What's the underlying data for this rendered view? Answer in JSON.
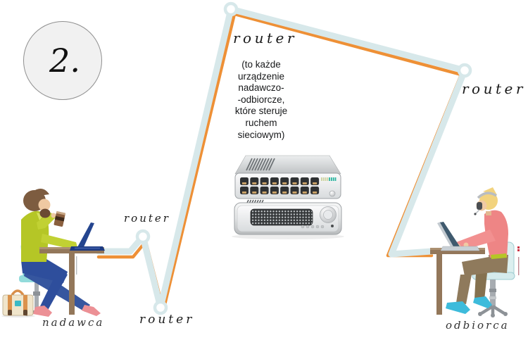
{
  "step_badge": {
    "number": "2."
  },
  "router_labels": {
    "top": "router",
    "right": "router",
    "middle": "router",
    "bottom": "router"
  },
  "router_description": "(to każde\nurządzenie\nnadawczo-\n-odbiorcze,\nktóre steruje\nruchem\nsieciowym)",
  "captions": {
    "sender": "nadawca",
    "receiver": "odbiorca"
  },
  "colors": {
    "path_blue": "#d7e8ea",
    "path_orange": "#ee9036",
    "text_dark": "#1a1a1a",
    "step_fill": "#f1f1f1",
    "step_border": "#8f8f8f",
    "caption_color": "#333333"
  }
}
